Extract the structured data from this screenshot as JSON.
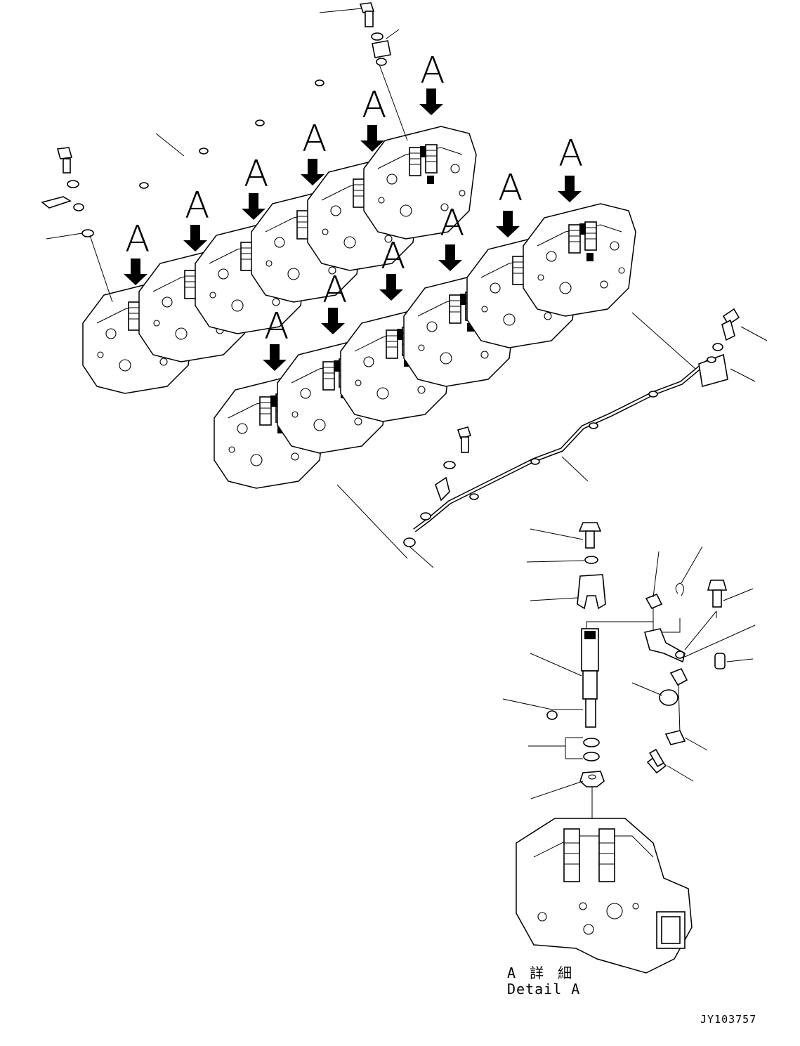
{
  "diagram": {
    "view_label": "A",
    "detail_caption_jp": "A 詳 細",
    "detail_caption_en": "Detail A",
    "document_code": "JY103757"
  }
}
